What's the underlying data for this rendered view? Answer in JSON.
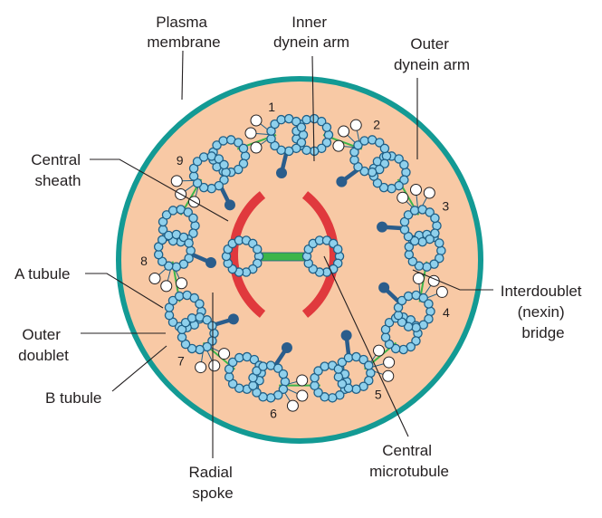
{
  "labels": {
    "plasma_membrane": [
      "Plasma",
      "membrane"
    ],
    "inner_dynein_arm": [
      "Inner",
      "dynein arm"
    ],
    "outer_dynein_arm": [
      "Outer",
      "dynein arm"
    ],
    "central_sheath": [
      "Central",
      "sheath"
    ],
    "a_tubule": "A tubule",
    "outer_doublet": [
      "Outer",
      "doublet"
    ],
    "b_tubule": "B tubule",
    "radial_spoke": [
      "Radial",
      "spoke"
    ],
    "central_microtubule": [
      "Central",
      "microtubule"
    ],
    "interdoublet_bridge": [
      "Interdoublet",
      "(nexin)",
      "bridge"
    ]
  },
  "doublet_numbers": [
    "1",
    "2",
    "3",
    "4",
    "5",
    "6",
    "7",
    "8",
    "9"
  ],
  "colors": {
    "cytoplasm": "#f8c9a5",
    "membrane": "#139a94",
    "subunit_fill": "#8fd0ec",
    "subunit_stroke": "#1f5f86",
    "sheath": "#e0393d",
    "spoke": "#2a5d8c",
    "bridge": "#3cb54a",
    "arm_fill": "#ffffff"
  }
}
